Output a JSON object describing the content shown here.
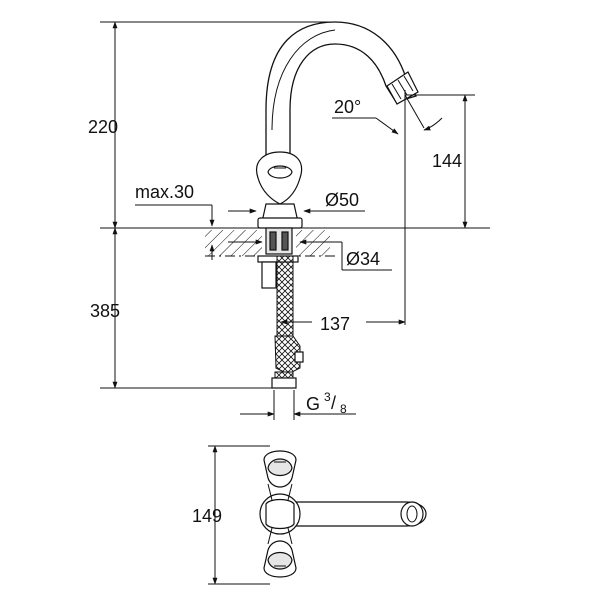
{
  "dimensions": {
    "total_height": "220",
    "spout_height": "144",
    "spout_angle": "20°",
    "max_thickness": "max.30",
    "base_diameter": "Ø50",
    "hole_diameter": "Ø34",
    "below_counter": "385",
    "spout_reach": "137",
    "connection_thread": "G",
    "thread_numerator": "3",
    "thread_denominator": "8",
    "plan_length": "149"
  },
  "colors": {
    "line": "#111111",
    "shade": "#e6e6e6",
    "background": "#ffffff"
  }
}
